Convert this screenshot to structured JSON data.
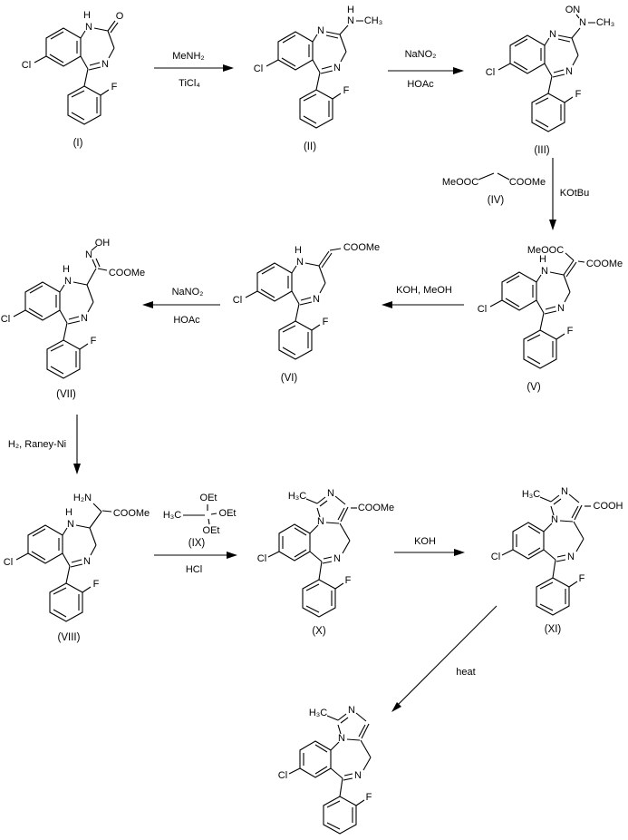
{
  "scheme": {
    "background": "#ffffff",
    "line_color": "#000000",
    "atoms": {
      "N": "N",
      "H": "H",
      "O": "O",
      "Cl": "Cl",
      "F": "F",
      "OH": "OH",
      "ON": "ON",
      "CH3": "CH₃",
      "H3C": "H₃C",
      "H2N": "H₂N",
      "COOMe": "COOMe",
      "MeOOC": "MeOOC",
      "COOH": "COOH",
      "OEt": "OEt"
    },
    "captions": {
      "I": "(I)",
      "II": "(II)",
      "III": "(III)",
      "IV": "(IV)",
      "V": "(V)",
      "VI": "(VI)",
      "VII": "(VII)",
      "VIII": "(VIII)",
      "IX": "(IX)",
      "X": "(X)",
      "XI": "(XI)"
    },
    "reagents": {
      "step1_above": "MeNH₂",
      "step1_below": "TiCl₄",
      "step2_above": "NaNO₂",
      "step2_below": "HOAc",
      "step3_side": "KOtBu",
      "step4_above": "KOH, MeOH",
      "step5_above": "NaNO₂",
      "step5_below": "HOAc",
      "step6_side": "H₂, Raney-Ni",
      "step7_below": "HCl",
      "step8_above": "KOH",
      "step9_side": "heat"
    }
  }
}
